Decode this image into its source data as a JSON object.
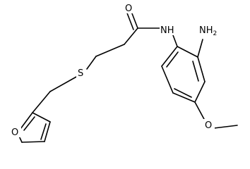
{
  "molecule": {
    "atoms": {
      "carbonyl_oxygen": "O",
      "amide_nitrogen": "NH",
      "amino_group": "NH2",
      "sulfur": "S",
      "furan_oxygen": "O",
      "methoxy_oxygen": "O"
    },
    "amino_group_parts": {
      "main": "NH",
      "subscript": "2"
    }
  }
}
